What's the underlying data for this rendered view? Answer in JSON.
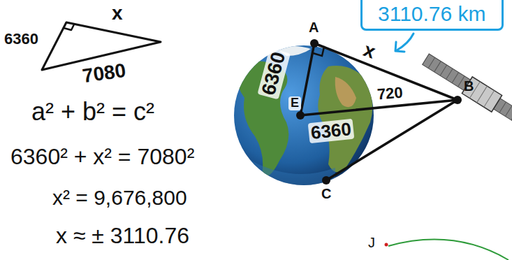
{
  "diagram": {
    "nodes": [
      {
        "text": [
          "3110.76 km"
        ]
      }
    ],
    "labels": [
      "6360",
      "x",
      "7080",
      "a² + b² = c²",
      "6360² + x² = 7080²",
      "x² = 9,676,800",
      "x ≈ ± 3110.76",
      "A",
      "6360",
      "E",
      "x",
      "720",
      "6360",
      "B",
      "C",
      "J"
    ]
  }
}
